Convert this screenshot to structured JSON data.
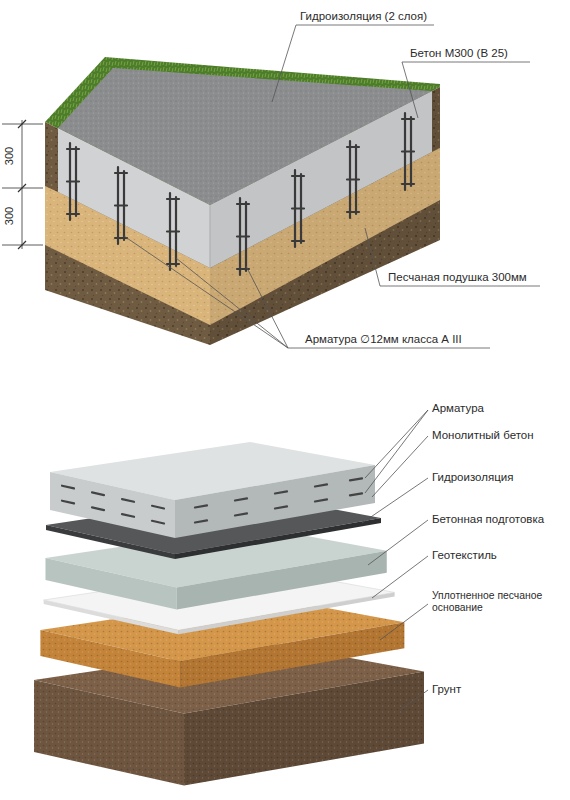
{
  "diagram": {
    "labels": [
      "Гидроизоляция (2 слоя)",
      "Бетон М300 (В 25)",
      "300",
      "300",
      "Песчаная подушка 300мм",
      "Арматура ∅12мм класса А III",
      "Арматура",
      "Монолитный бетон",
      "Гидроизоляция",
      "Бетонная подготовка",
      "Геотекстиль",
      "Уплотненное песчаное основание",
      "Грунт"
    ]
  }
}
